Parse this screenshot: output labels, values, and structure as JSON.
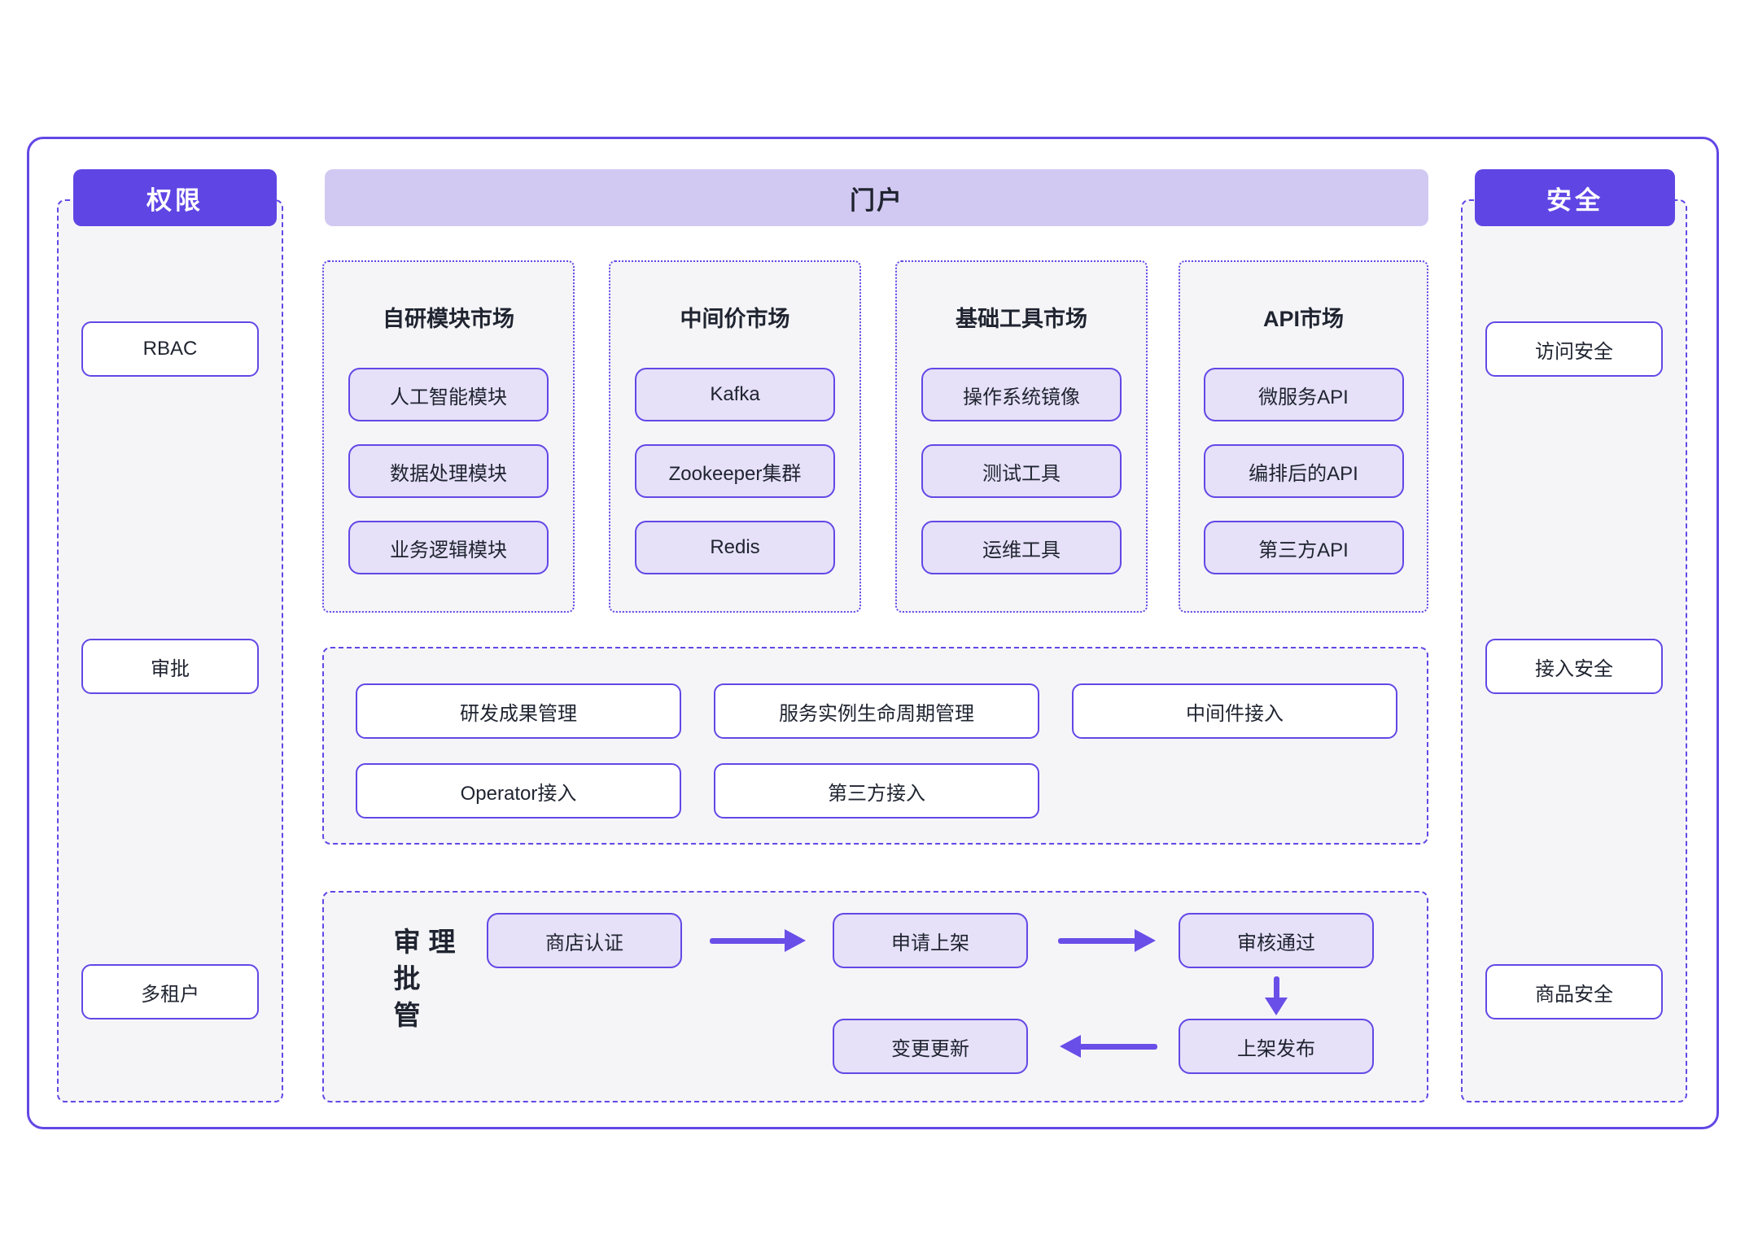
{
  "colors": {
    "accent": "#5f46e4",
    "border": "#6347e6",
    "arrow": "#6a4ee8",
    "banner_bg": "#d2c9f2",
    "chip_bg": "#e6e0f8",
    "panel_bg": "#f5f5f8",
    "text": "#1f2430"
  },
  "left_panel": {
    "header": "权限",
    "items": [
      "RBAC",
      "审批",
      "多租户"
    ]
  },
  "portal": {
    "banner": "门户",
    "markets": [
      {
        "title": "自研模块市场",
        "items": [
          "人工智能模块",
          "数据处理模块",
          "业务逻辑模块"
        ]
      },
      {
        "title": "中间价市场",
        "items": [
          "Kafka",
          "Zookeeper集群",
          "Redis"
        ]
      },
      {
        "title": "基础工具市场",
        "items": [
          "操作系统镜像",
          "测试工具",
          "运维工具"
        ]
      },
      {
        "title": "API市场",
        "items": [
          "微服务API",
          "编排后的API",
          "第三方API"
        ]
      }
    ],
    "management": {
      "row1": [
        "研发成果管理",
        "服务实例生命周期管理",
        "中间件接入"
      ],
      "row2": [
        "Operator接入",
        "第三方接入"
      ]
    },
    "approval_flow": {
      "label": "审批管理",
      "steps": [
        "商店认证",
        "申请上架",
        "审核通过",
        "上架发布",
        "变更更新"
      ]
    }
  },
  "right_panel": {
    "header": "安全",
    "items": [
      "访问安全",
      "接入安全",
      "商品安全"
    ]
  }
}
